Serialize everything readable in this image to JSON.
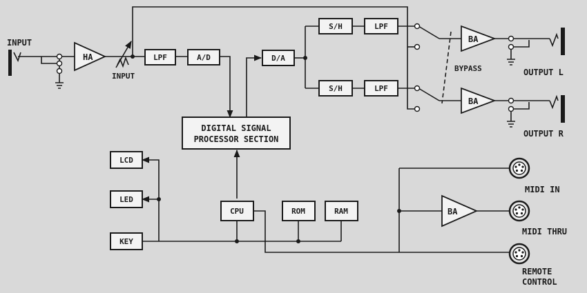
{
  "labels": {
    "input_jack": "INPUT",
    "input_control": "INPUT",
    "ha": "HA",
    "lpf_in": "LPF",
    "ad": "A/D",
    "da": "D/A",
    "sh_top": "S/H",
    "lpf_top": "LPF",
    "sh_bottom": "S/H",
    "lpf_bottom": "LPF",
    "bypass": "BYPASS",
    "ba_top": "BA",
    "ba_bottom": "BA",
    "output_l": "OUTPUT L",
    "output_r": "OUTPUT R",
    "dsp_line1": "DIGITAL SIGNAL",
    "dsp_line2": "PROCESSOR SECTION",
    "lcd": "LCD",
    "led": "LED",
    "key": "KEY",
    "cpu": "CPU",
    "rom": "ROM",
    "ram": "RAM",
    "ba_midi": "BA",
    "midi_in": "MIDI IN",
    "midi_thru": "MIDI THRU",
    "remote_line1": "REMOTE",
    "remote_line2": "CONTROL"
  }
}
